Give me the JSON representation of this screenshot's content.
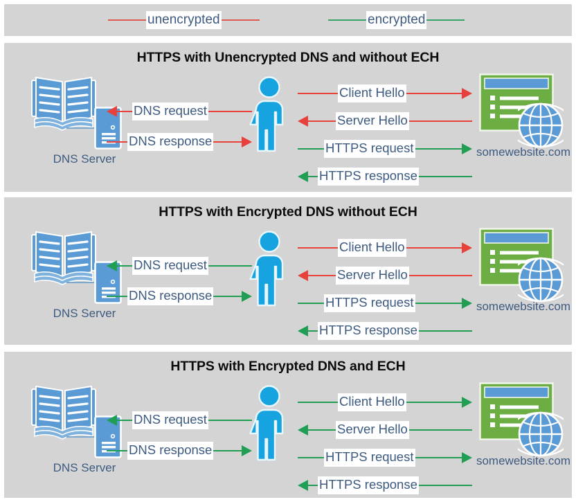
{
  "legend": {
    "items": [
      {
        "label": "unencrypted",
        "color": "#e05a4f",
        "name": "legend-unencrypted"
      },
      {
        "label": "encrypted",
        "color": "#37a46a",
        "name": "legend-encrypted"
      }
    ]
  },
  "colors": {
    "panel_background": "#d4d4d4",
    "page_background": "#ffffff",
    "unencrypted": "#e8403a",
    "encrypted": "#1f9e54",
    "label_text": "#3d5a80",
    "title_text": "#0b0b0b",
    "person": "#17a3e0",
    "dns_blue": "#5b9bd5",
    "site_green": "#6cae44",
    "site_titlebar": "#5b9bd5",
    "globe": "#5b9bd5"
  },
  "nodes": {
    "dns_server_label": "DNS Server",
    "website_label": "somewebsite.com",
    "dns_icon": "book-server-icon",
    "user_icon": "person-icon",
    "website_icon": "browser-window-globe-icon"
  },
  "panels": [
    {
      "id": "panel-1",
      "title": "HTTPS with Unencrypted DNS and without ECH",
      "dns_flows": [
        {
          "label": "DNS request",
          "direction": "left",
          "encrypted": false
        },
        {
          "label": "DNS response",
          "direction": "right",
          "encrypted": false
        }
      ],
      "web_flows": [
        {
          "label": "Client Hello",
          "direction": "right",
          "encrypted": false
        },
        {
          "label": "Server Hello",
          "direction": "left",
          "encrypted": false
        },
        {
          "label": "HTTPS request",
          "direction": "right",
          "encrypted": true
        },
        {
          "label": "HTTPS response",
          "direction": "left",
          "encrypted": true
        }
      ]
    },
    {
      "id": "panel-2",
      "title": "HTTPS with Encrypted DNS without ECH",
      "dns_flows": [
        {
          "label": "DNS request",
          "direction": "left",
          "encrypted": true
        },
        {
          "label": "DNS response",
          "direction": "right",
          "encrypted": true
        }
      ],
      "web_flows": [
        {
          "label": "Client Hello",
          "direction": "right",
          "encrypted": false
        },
        {
          "label": "Server Hello",
          "direction": "left",
          "encrypted": false
        },
        {
          "label": "HTTPS request",
          "direction": "right",
          "encrypted": true
        },
        {
          "label": "HTTPS response",
          "direction": "left",
          "encrypted": true
        }
      ]
    },
    {
      "id": "panel-3",
      "title": "HTTPS with Encrypted DNS and ECH",
      "dns_flows": [
        {
          "label": "DNS request",
          "direction": "left",
          "encrypted": true
        },
        {
          "label": "DNS response",
          "direction": "right",
          "encrypted": true
        }
      ],
      "web_flows": [
        {
          "label": "Client Hello",
          "direction": "right",
          "encrypted": true
        },
        {
          "label": "Server Hello",
          "direction": "left",
          "encrypted": true
        },
        {
          "label": "HTTPS request",
          "direction": "right",
          "encrypted": true
        },
        {
          "label": "HTTPS response",
          "direction": "left",
          "encrypted": true
        }
      ]
    }
  ]
}
